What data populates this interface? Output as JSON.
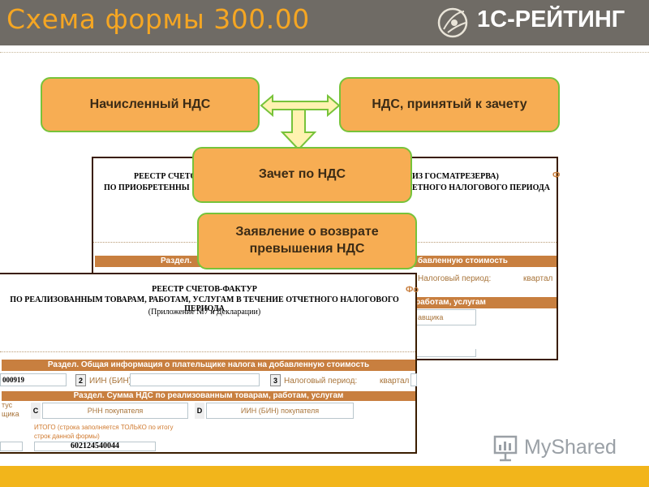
{
  "header": {
    "title": "Схема формы 300.00",
    "brand": "1С-РЕЙТИНГ"
  },
  "boxes": {
    "accrued": "Начисленный НДС",
    "accepted": "НДС, принятый к зачету",
    "offset": "Зачет по НДС",
    "refund_line1": "Заявление о возврате",
    "refund_line2": "превышения НДС"
  },
  "form_back": {
    "line1_left": "РЕЕСТР СЧЕТО",
    "line1_right": "ИЗ ГОСМАТРЕЗЕРВА)",
    "line2_left": "ПО ПРИОБРЕТЕННЫ",
    "line2_right": "ЕТНОГО НАЛОГОВОГО ПЕРИОДА",
    "mark": "Ф",
    "bar1_left": "Раздел.",
    "bar1_right": "бавленную стоимость",
    "period_label": "Налоговый период:",
    "quarter_label": "квартал",
    "bar2_right": "работам, услугам",
    "supplier": "авщика"
  },
  "form_front": {
    "title1": "РЕЕСТР СЧЕТОВ-ФАКТУР",
    "title2": "ПО РЕАЛИЗОВАННЫМ ТОВАРАМ, РАБОТАМ, УСЛУГАМ В ТЕЧЕНИЕ ОТЧЕТНОГО НАЛОГОВОГО ПЕРИОДА",
    "title3": "(Приложение №7 к Декларации)",
    "mark": "Фо",
    "bar1": "Раздел. Общая информация о плательщике налога на добавленную стоимость",
    "id_value": "000919",
    "field2_num": "2",
    "field2_label": "ИИН (БИН)",
    "field3_num": "3",
    "field3_label": "Налоговый период:",
    "quarter_label": "квартал",
    "bar2": "Раздел. Сумма НДС по реализованным товарам, работам, услугам",
    "status_line1": "тус",
    "status_line2": "щика",
    "col_c": "C",
    "col_c_label": "РНН покупателя",
    "col_d": "D",
    "col_d_label": "ИИН (БИН) покупателя",
    "total_note_line1": "ИТОГО (строка заполняется ТОЛЬКО по итогу",
    "total_note_line2": "строк данной формы)",
    "total_value": "602124540044"
  },
  "watermark": {
    "text": "MyShared"
  },
  "colors": {
    "header_bg": "#6f6b65",
    "title": "#f5a623",
    "box_fill": "#f7ad53",
    "box_border": "#77c33a",
    "bar": "#c87f3f",
    "footer": "#f2b51b",
    "form_border": "#3a1d00"
  }
}
